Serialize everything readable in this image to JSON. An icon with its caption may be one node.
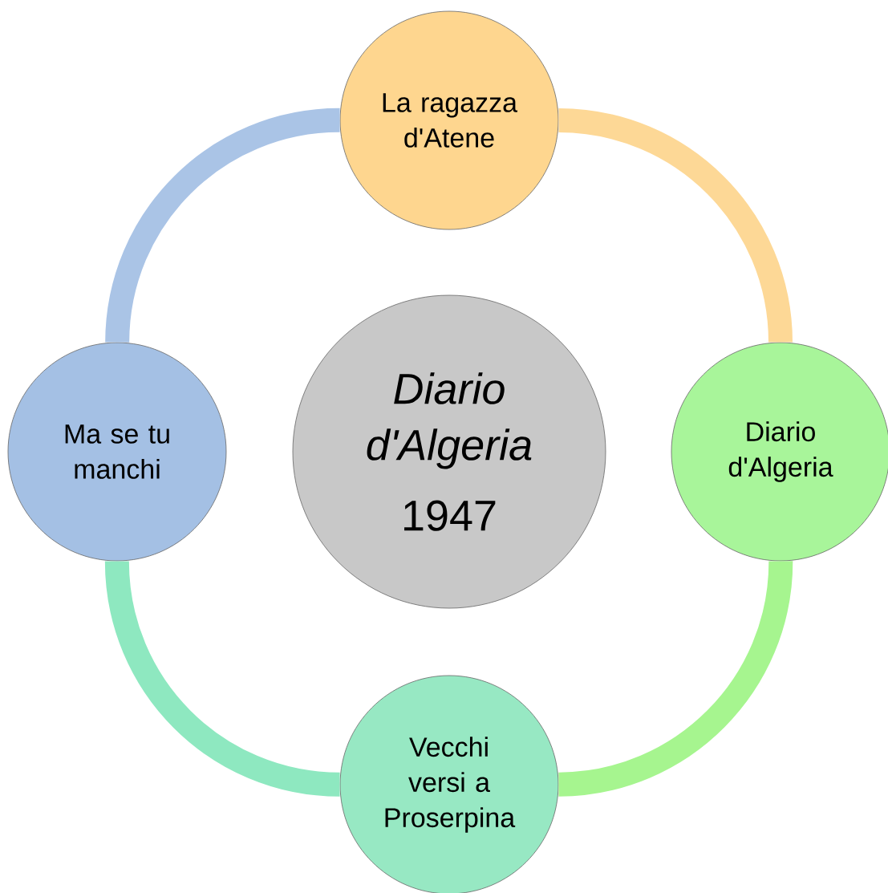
{
  "diagram": {
    "nodes": [
      {
        "text": [
          "Diario d'Algeria",
          "1947"
        ]
      },
      {
        "text": [
          "La ragazza d'Atene"
        ]
      },
      {
        "text": [
          "Diario d'Algeria"
        ]
      },
      {
        "text": [
          "Vecchi versi a Proserpina"
        ]
      },
      {
        "text": [
          "Ma se tu manchi"
        ]
      }
    ],
    "edges": [
      {
        "from": 1,
        "to": 2,
        "arrow": "none",
        "color": "#fdd896"
      },
      {
        "from": 2,
        "to": 3,
        "arrow": "none",
        "color": "#a6f58f"
      },
      {
        "from": 3,
        "to": 4,
        "arrow": "none",
        "color": "#8ee8c0"
      },
      {
        "from": 4,
        "to": 1,
        "arrow": "none",
        "color": "#aac4e6"
      }
    ]
  }
}
